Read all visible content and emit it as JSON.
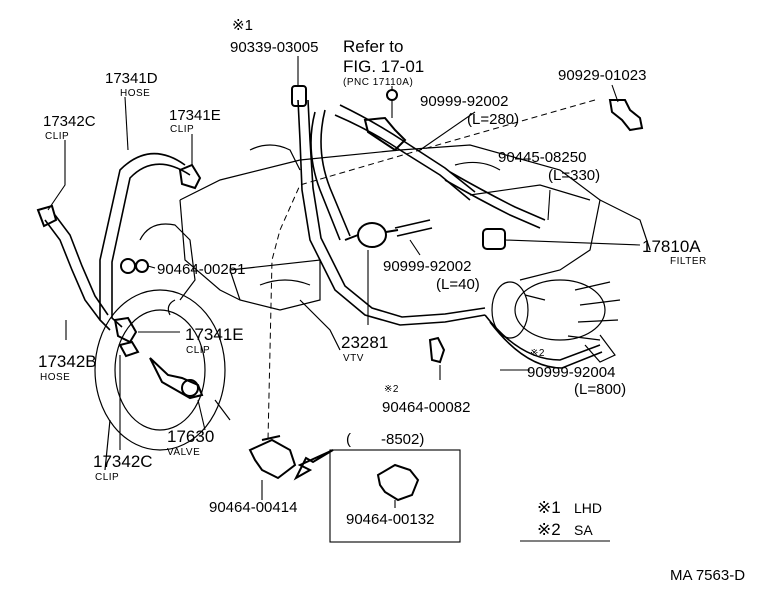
{
  "labels": {
    "p_90339_03005": "90339-03005",
    "mark1_top": "※1",
    "refer_to": "Refer to",
    "fig_17_01": "FIG. 17-01",
    "pnc": "(PNC 17110A)",
    "p_90929_01023": "90929-01023",
    "p_17341D": "17341D",
    "hose_d": "HOSE",
    "p_17342C_top": "17342C",
    "clip_c_top": "CLIP",
    "p_17341E_top": "17341E",
    "clip_e_top": "CLIP",
    "p_90999_92002_top": "90999-92002",
    "len_280": "(L=280)",
    "p_90445_08250": "90445-08250",
    "len_330": "(L=330)",
    "p_17810A": "17810A",
    "filter": "FILTER",
    "p_90464_00251": "90464-00251",
    "p_90999_92002_mid": "90999-92002",
    "len_40": "(L=40)",
    "p_23281": "23281",
    "vtv": "VTV",
    "p_17341E_bot": "17341E",
    "clip_e_bot": "CLIP",
    "p_17342B": "17342B",
    "hose_b": "HOSE",
    "mark2_right": "※2",
    "p_90999_92004": "90999-92004",
    "len_800": "(L=800)",
    "mark2_mid": "※2",
    "p_90464_00082": "90464-00082",
    "p_17630": "17630",
    "valve": "VALVE",
    "p_17342C_bot": "17342C",
    "clip_c_bot": "CLIP",
    "bracket_range": "(　　-8502)",
    "p_90464_00414": "90464-00414",
    "p_90464_00132": "90464-00132",
    "legend1_mark": "※1",
    "legend1_text": "LHD",
    "legend2_mark": "※2",
    "legend2_text": "SA",
    "ref_code": "MA 7563-D"
  }
}
